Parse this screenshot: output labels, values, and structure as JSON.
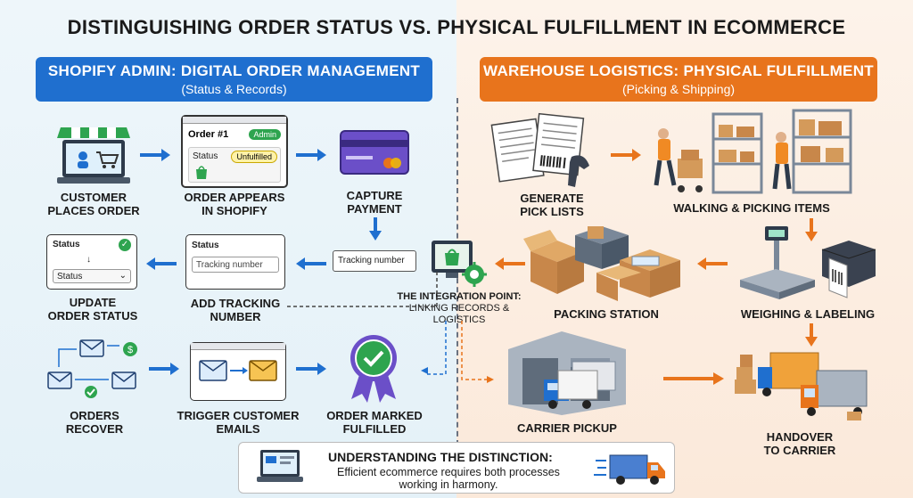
{
  "title": "DISTINGUISHING ORDER STATUS VS. PHYSICAL FULFILLMENT IN ECOMMERCE",
  "left_banner": {
    "title": "SHOPIFY ADMIN: DIGITAL ORDER MANAGEMENT",
    "subtitle": "(Status & Records)"
  },
  "right_banner": {
    "title": "WAREHOUSE LOGISTICS: PHYSICAL FULFILLMENT",
    "subtitle": "(Picking & Shipping)"
  },
  "steps": {
    "customer_places_order": [
      "CUSTOMER",
      "PLACES ORDER"
    ],
    "order_appears": [
      "ORDER APPEARS",
      "IN SHOPIFY"
    ],
    "capture_payment": [
      "CAPTURE",
      "PAYMENT"
    ],
    "update_status": [
      "UPDATE",
      "ORDER STATUS"
    ],
    "add_tracking": [
      "ADD TRACKING",
      "NUMBER"
    ],
    "orders_recover": [
      "ORDERS",
      "RECOVER"
    ],
    "trigger_emails": [
      "TRIGGER CUSTOMER",
      "EMAILS"
    ],
    "order_fulfilled": [
      "ORDER MARKED",
      "FULFILLED"
    ],
    "generate_pick": [
      "GENERATE",
      "PICK LISTS"
    ],
    "walking_picking": "WALKING & PICKING ITEMS",
    "packing_station": "PACKING STATION",
    "weighing_labeling": "WEIGHING & LABELING",
    "carrier_pickup": "CARRIER PICKUP",
    "handover": [
      "HANDOVER",
      "TO CARRIER"
    ]
  },
  "order_card": {
    "order": "Order #1",
    "badge": "Admin",
    "status_label": "Status",
    "status_value": "Unfulfilled"
  },
  "status_card": {
    "label": "Status",
    "select": "Status",
    "check": "✓",
    "arrow": "↓"
  },
  "tracking_card": {
    "label": "Status",
    "placeholder": "Tracking number"
  },
  "tracking_tag": "Tracking number",
  "integration": [
    "THE INTEGRATION POINT:",
    "LINKING RECORDS & LOGISTICS"
  ],
  "summary": {
    "heading": "UNDERSTANDING THE DISTINCTION:",
    "body": "Efficient ecommerce requires both processes working in harmony."
  },
  "colors": {
    "blue": "#1f6fcf",
    "orange": "#e8741c",
    "green": "#2ea44f",
    "purple": "#6b4fc8"
  }
}
